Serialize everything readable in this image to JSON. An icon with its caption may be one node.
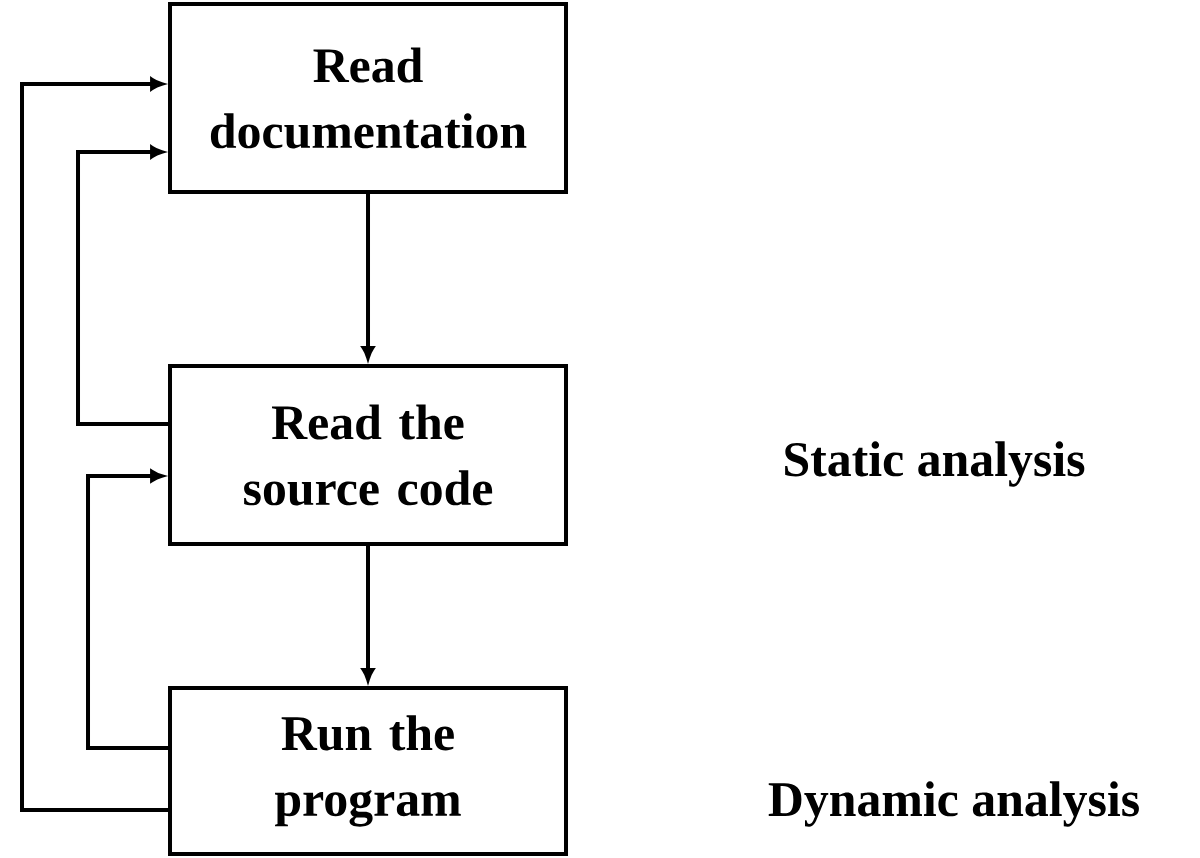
{
  "diagram": {
    "nodes": [
      {
        "text": [
          "Read documentation"
        ]
      },
      {
        "text": [
          "Read the source code"
        ]
      },
      {
        "text": [
          "Run the program"
        ]
      }
    ],
    "edges": [
      {
        "from": 0,
        "to": 1,
        "arrow": "to"
      },
      {
        "from": 1,
        "to": 2,
        "arrow": "to"
      },
      {
        "from": 1,
        "to": 0,
        "arrow": "to"
      },
      {
        "from": 2,
        "to": 1,
        "arrow": "to"
      },
      {
        "from": 2,
        "to": 0,
        "arrow": "to"
      }
    ],
    "labels": [
      "Static analysis",
      "Dynamic analysis"
    ]
  }
}
